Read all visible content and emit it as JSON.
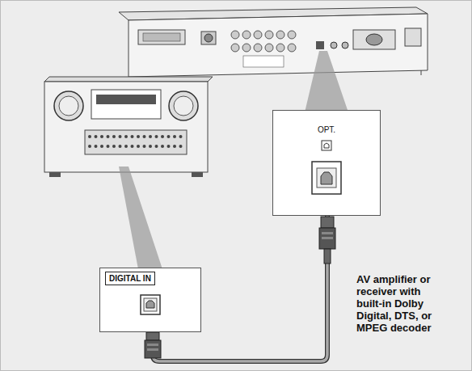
{
  "diagram": {
    "nodes": [
      {
        "text": [
          "DIGITAL IN"
        ]
      },
      {
        "text": [
          "OPT."
        ]
      }
    ],
    "edges": [
      {
        "from": 0,
        "to": 1,
        "arrow": "none"
      }
    ],
    "labels": [
      "AV amplifier or receiver with built-in Dolby Digital, DTS, or MPEG decoder"
    ]
  }
}
